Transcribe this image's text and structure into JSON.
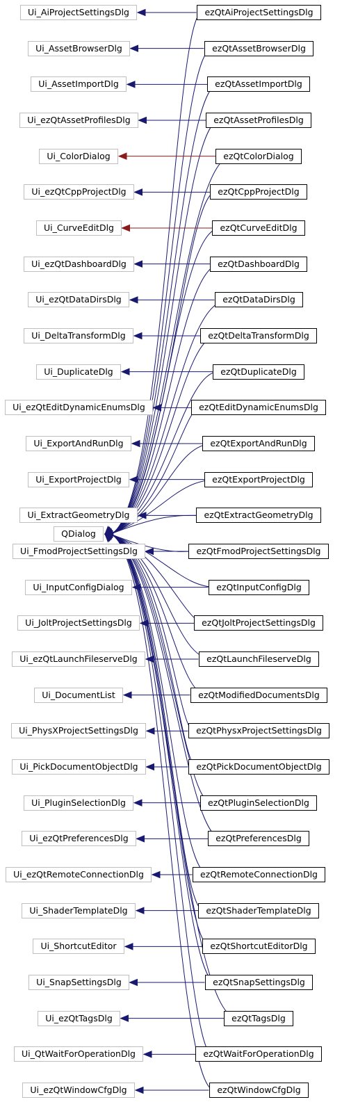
{
  "diagram": {
    "base_class": "QDialog",
    "colors": {
      "arrow": "#191970",
      "arrow_alt": "#8b1a1a",
      "ui_border": "#bfbfbf",
      "class_border": "#000000"
    },
    "rows": [
      {
        "ui": "Ui_AiProjectSettingsDlg",
        "cls": "ezQtAiProjectSettingsDlg",
        "arrow": "navy"
      },
      {
        "ui": "Ui_AssetBrowserDlg",
        "cls": "ezQtAssetBrowserDlg",
        "arrow": "navy"
      },
      {
        "ui": "Ui_AssetImportDlg",
        "cls": "ezQtAssetImportDlg",
        "arrow": "navy"
      },
      {
        "ui": "Ui_ezQtAssetProfilesDlg",
        "cls": "ezQtAssetProfilesDlg",
        "arrow": "navy"
      },
      {
        "ui": "Ui_ColorDialog",
        "cls": "ezQtColorDialog",
        "arrow": "red"
      },
      {
        "ui": "Ui_ezQtCppProjectDlg",
        "cls": "ezQtCppProjectDlg",
        "arrow": "navy"
      },
      {
        "ui": "Ui_CurveEditDlg",
        "cls": "ezQtCurveEditDlg",
        "arrow": "red"
      },
      {
        "ui": "Ui_ezQtDashboardDlg",
        "cls": "ezQtDashboardDlg",
        "arrow": "navy"
      },
      {
        "ui": "Ui_ezQtDataDirsDlg",
        "cls": "ezQtDataDirsDlg",
        "arrow": "navy"
      },
      {
        "ui": "Ui_DeltaTransformDlg",
        "cls": "ezQtDeltaTransformDlg",
        "arrow": "navy"
      },
      {
        "ui": "Ui_DuplicateDlg",
        "cls": "ezQtDuplicateDlg",
        "arrow": "navy"
      },
      {
        "ui": "Ui_ezQtEditDynamicEnumsDlg",
        "cls": "ezQtEditDynamicEnumsDlg",
        "arrow": "navy"
      },
      {
        "ui": "Ui_ExportAndRunDlg",
        "cls": "ezQtExportAndRunDlg",
        "arrow": "navy"
      },
      {
        "ui": "Ui_ExportProjectDlg",
        "cls": "ezQtExportProjectDlg",
        "arrow": "navy"
      },
      {
        "ui": "Ui_ExtractGeometryDlg",
        "cls": "ezQtExtractGeometryDlg",
        "arrow": "navy"
      },
      {
        "ui": "Ui_FmodProjectSettingsDlg",
        "cls": "ezQtFmodProjectSettingsDlg",
        "arrow": "navy"
      },
      {
        "ui": "Ui_InputConfigDialog",
        "cls": "ezQtInputConfigDlg",
        "arrow": "navy"
      },
      {
        "ui": "Ui_JoltProjectSettingsDlg",
        "cls": "ezQtJoltProjectSettingsDlg",
        "arrow": "navy"
      },
      {
        "ui": "Ui_ezQtLaunchFileserveDlg",
        "cls": "ezQtLaunchFileserveDlg",
        "arrow": "navy"
      },
      {
        "ui": "Ui_DocumentList",
        "cls": "ezQtModifiedDocumentsDlg",
        "arrow": "navy"
      },
      {
        "ui": "Ui_PhysXProjectSettingsDlg",
        "cls": "ezQtPhysxProjectSettingsDlg",
        "arrow": "navy"
      },
      {
        "ui": "Ui_PickDocumentObjectDlg",
        "cls": "ezQtPickDocumentObjectDlg",
        "arrow": "navy"
      },
      {
        "ui": "Ui_PluginSelectionDlg",
        "cls": "ezQtPluginSelectionDlg",
        "arrow": "navy"
      },
      {
        "ui": "Ui_ezQtPreferencesDlg",
        "cls": "ezQtPreferencesDlg",
        "arrow": "navy"
      },
      {
        "ui": "Ui_ezQtRemoteConnectionDlg",
        "cls": "ezQtRemoteConnectionDlg",
        "arrow": "navy"
      },
      {
        "ui": "Ui_ShaderTemplateDlg",
        "cls": "ezQtShaderTemplateDlg",
        "arrow": "navy"
      },
      {
        "ui": "Ui_ShortcutEditor",
        "cls": "ezQtShortcutEditorDlg",
        "arrow": "navy"
      },
      {
        "ui": "Ui_SnapSettingsDlg",
        "cls": "ezQtSnapSettingsDlg",
        "arrow": "navy"
      },
      {
        "ui": "Ui_ezQtTagsDlg",
        "cls": "ezQtTagsDlg",
        "arrow": "navy"
      },
      {
        "ui": "Ui_QtWaitForOperationDlg",
        "cls": "ezQtWaitForOperationDlg",
        "arrow": "navy"
      },
      {
        "ui": "Ui_ezQtWindowCfgDlg",
        "cls": "ezQtWindowCfgDlg",
        "arrow": "navy"
      }
    ]
  }
}
